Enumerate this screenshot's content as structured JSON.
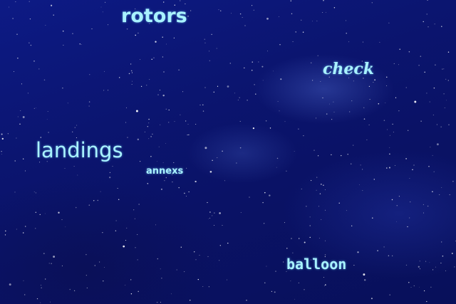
{
  "scene": {
    "description_type": "starry-night-sky",
    "colors": {
      "sky": "#0b1570",
      "text": "#a9f2ff",
      "star": "#ffffff"
    }
  },
  "words": {
    "rotors": "rotors",
    "check": "check",
    "landings": "landings",
    "annexs": "annexs",
    "balloon": "balloon"
  }
}
